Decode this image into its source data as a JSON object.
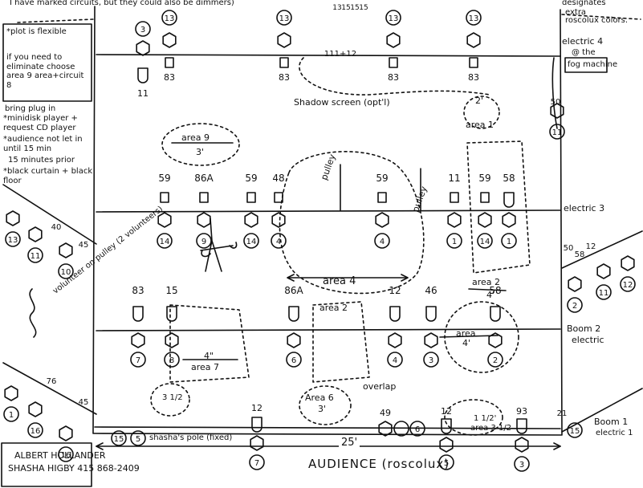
{
  "header": {
    "note_top": "I have marked circuits, but they could also be dimmers)",
    "legend_top_right_1": "designates",
    "legend_top_right_2": "extra",
    "legend_top_right_3": "roscolux colors."
  },
  "sidebar_notes": {
    "plot_flexible": "*plot is flexible",
    "eliminate": "if you need to eliminate choose area 9 area+circuit 8",
    "bring_plugin": "bring plug in",
    "minidisk": "*minidisk player + request CD player",
    "audience_note": "*audience not let in until 15 min",
    "audience_note2": "15 minutes prior",
    "black_curtain": "*black curtain + black floor"
  },
  "electrics": {
    "electric4": "electric 4",
    "fog_line1": "@ the",
    "fog_machine": "fog machine",
    "electric3": "electric 3",
    "boom2": "Boom 2",
    "boom2_sub": "electric",
    "boom1": "Boom 1",
    "boom1_sub": "electric 1"
  },
  "areas": {
    "shadow_screen": "Shadow screen (opt'l)",
    "area9": "area 9",
    "area9_size": "3'",
    "area1": "area 1",
    "area1_size": "2'",
    "area4": "area 4",
    "area2": "area 2",
    "area2_size": "4'",
    "area_hash2": "area 2",
    "area7": "area 7",
    "area7_size": "4\"",
    "area3": "area",
    "area3_size": "4'",
    "area6": "Area 6",
    "area6_size": "3'",
    "area3half": "area 3 1/2",
    "area3half_size": "1 1/2'",
    "overlap": "overlap",
    "area_box5": "3 1/2"
  },
  "labels": {
    "pulley1": "pulley",
    "pulley2": "pulley",
    "volunteer": "volunteer on pulley (2 volunteers)",
    "shashas_rope": "shasha's pole (fixed)",
    "dimension": "25'",
    "audience": "AUDIENCE (roscolux)",
    "credit1": "ALBERT HOLLANDER",
    "credit2": "SHASHA HIGBY 415 868-2409"
  },
  "circuits": {
    "top_row": [
      "3",
      "13",
      "13",
      "13",
      "13",
      "13"
    ],
    "top_row_bottom": [
      "11",
      "83",
      "83",
      "83",
      "83"
    ],
    "top_ids": [
      "111+12"
    ],
    "top_stack": [
      "13",
      "15",
      "15",
      "15"
    ],
    "e3_colors": [
      "59",
      "86A",
      "59",
      "48",
      "59",
      "11",
      "59",
      "58"
    ],
    "e3_circuits": [
      "14",
      "9",
      "14",
      "4",
      "4",
      "1",
      "14",
      "1"
    ],
    "e2_colors": [
      "83",
      "15",
      "86A",
      "12",
      "46",
      "58"
    ],
    "e2_circuits": [
      "7",
      "8",
      "6",
      "4",
      "3",
      "2"
    ],
    "left_boom_colors": [
      "40",
      "45",
      "76",
      "45"
    ],
    "left_boom_circuits": [
      "13",
      "11",
      "10",
      "1",
      "16",
      "16"
    ],
    "right_boom_colors": [
      "50",
      "58",
      "12",
      "50",
      "21"
    ],
    "right_boom_circuits": [
      "11",
      "12",
      "11",
      "2",
      "15"
    ],
    "front_colors": [
      "12",
      "49",
      "12",
      "93"
    ],
    "front_circuits": [
      "7",
      "5",
      "6",
      "5",
      "3",
      "15"
    ]
  }
}
